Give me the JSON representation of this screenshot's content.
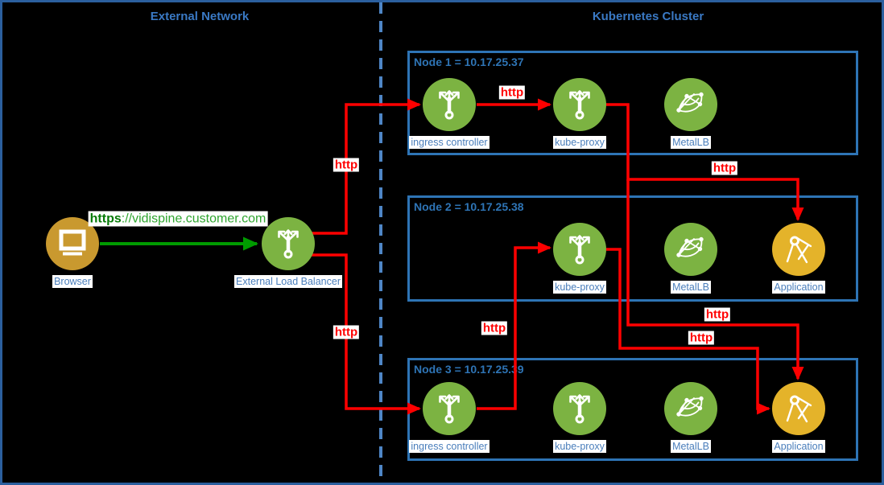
{
  "sections": {
    "external_title": "External Network",
    "cluster_title": "Kubernetes Cluster"
  },
  "browser": {
    "label": "Browser",
    "icon": "monitor-icon"
  },
  "load_balancer": {
    "label": "External Load Balancer",
    "icon": "load-balancer-icon"
  },
  "url": {
    "scheme": "https",
    "rest": "://vidispine.customer.com"
  },
  "nodes": [
    {
      "title": "Node 1 = 10.17.25.37",
      "components": [
        {
          "label": "ingress controller",
          "icon": "load-balancer-icon"
        },
        {
          "label": "kube-proxy",
          "icon": "load-balancer-icon"
        },
        {
          "label": "MetalLB",
          "icon": "metallb-icon"
        }
      ]
    },
    {
      "title": "Node 2 = 10.17.25.38",
      "components": [
        {
          "label": "kube-proxy",
          "icon": "load-balancer-icon"
        },
        {
          "label": "MetalLB",
          "icon": "metallb-icon"
        },
        {
          "label": "Application",
          "icon": "compass-icon"
        }
      ]
    },
    {
      "title": "Node 3 = 10.17.25.39",
      "components": [
        {
          "label": "ingress controller",
          "icon": "load-balancer-icon"
        },
        {
          "label": "kube-proxy",
          "icon": "load-balancer-icon"
        },
        {
          "label": "MetalLB",
          "icon": "metallb-icon"
        },
        {
          "label": "Application",
          "icon": "compass-icon"
        }
      ]
    }
  ],
  "edges": [
    {
      "id": "elb-to-node1-ingress",
      "label": "http"
    },
    {
      "id": "elb-to-node3-ingress",
      "label": "http"
    },
    {
      "id": "node1-ingress-to-kube-proxy",
      "label": "http"
    },
    {
      "id": "node1-kube-proxy-to-node2-application",
      "label": "http"
    },
    {
      "id": "node1-kube-proxy-to-node3-application",
      "label": "http"
    },
    {
      "id": "node2-kube-proxy-to-node3-application",
      "label": "http"
    },
    {
      "id": "node3-ingress-to-node2-kube-proxy",
      "label": "http"
    }
  ],
  "colors": {
    "background": "#000000",
    "outer_border": "#2B5F9E",
    "node_border": "#2E74B5",
    "section_title": "#3A79C4",
    "component_label": "#4A7EBB",
    "dashed_divider": "#4E86C6",
    "edge_red": "#FF0000",
    "url_green": "#009B00",
    "circle_green": "#7CB342",
    "circle_browser_gold": "#C9992F",
    "circle_application_gold": "#E4B32A"
  }
}
